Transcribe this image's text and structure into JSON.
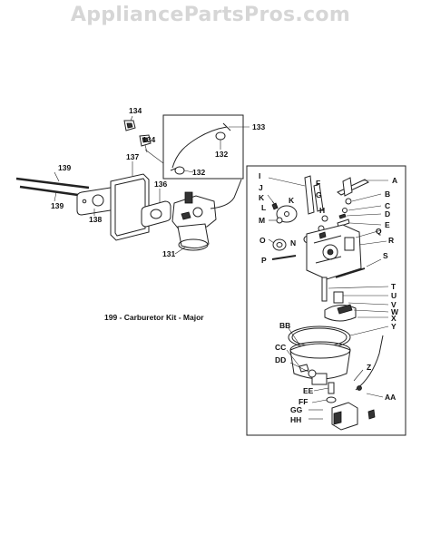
{
  "watermark": "AppliancePartsPros.com",
  "kit_note": "199 - Carburetor Kit - Major",
  "callouts": {
    "c133": "133",
    "c134a": "134",
    "c134b": "134",
    "c132a": "132",
    "c132b": "132",
    "c137": "137",
    "c139a": "139",
    "c139b": "139",
    "c138": "138",
    "c136": "136",
    "c131": "131",
    "A": "A",
    "B": "B",
    "C": "C",
    "D": "D",
    "E": "E",
    "F": "F",
    "G": "G",
    "H": "H",
    "I": "I",
    "J": "J",
    "K1": "K",
    "K2": "K",
    "L": "L",
    "M": "M",
    "N": "N",
    "O": "O",
    "P": "P",
    "Q": "Q",
    "R": "R",
    "S": "S",
    "T": "T",
    "U": "U",
    "V": "V",
    "W": "W",
    "X": "X",
    "Y": "Y",
    "Z": "Z",
    "AA": "AA",
    "BB": "BB",
    "CC": "CC",
    "DD": "DD",
    "EE": "EE",
    "FF": "FF",
    "GG": "GG",
    "HH": "HH"
  }
}
